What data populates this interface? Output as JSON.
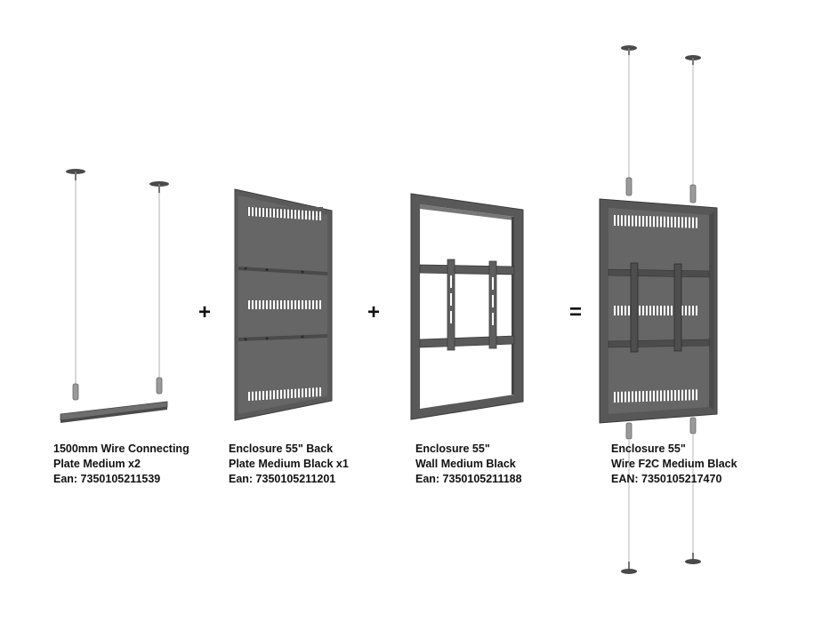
{
  "products": [
    {
      "line1": "1500mm Wire Connecting",
      "line2": "Plate Medium x2",
      "ean": "Ean: 7350105211539"
    },
    {
      "line1": "Enclosure 55\" Back",
      "line2": "Plate Medium Black x1",
      "ean": "Ean: 7350105211201"
    },
    {
      "line1": "Enclosure 55\"",
      "line2": "Wall Medium Black",
      "ean": "Ean: 7350105211188"
    },
    {
      "line1": "Enclosure 55\"",
      "line2": "Wire F2C Medium Black",
      "ean": "EAN: 7350105217470"
    }
  ],
  "operators": {
    "plus": "+",
    "equals": "="
  },
  "colors": {
    "metal_dark": "#555555",
    "metal_mid": "#6a6a6a",
    "metal_edge": "#3c3c3c",
    "wire": "#cfcfcf",
    "slot": "#ffffff"
  }
}
